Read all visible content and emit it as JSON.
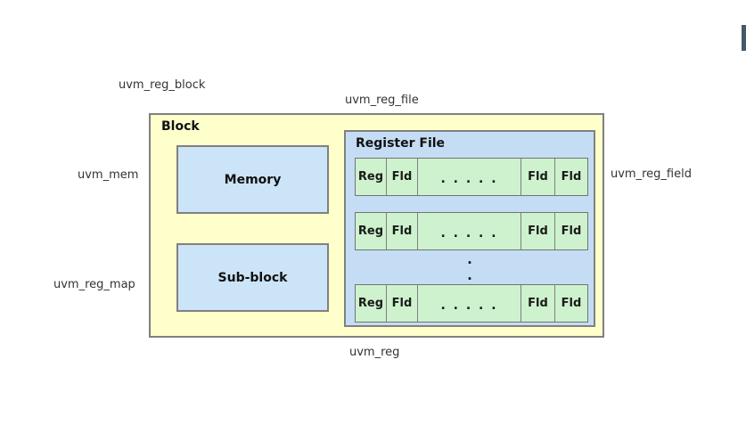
{
  "colors": {
    "block_bg": "#ffffcc",
    "inner_box_bg": "#cce4f7",
    "register_file_bg": "#c5ddf4",
    "register_row_bg": "#cdf2cd",
    "border_gray": "#808080",
    "scrollbar_thumb": "#44596a",
    "label_text": "#333333"
  },
  "labels": {
    "uvm_reg_block": "uvm_reg_block",
    "uvm_reg_file": "uvm_reg_file",
    "uvm_mem": "uvm_mem",
    "uvm_reg_map": "uvm_reg_map",
    "uvm_reg_field": "uvm_reg_field",
    "uvm_reg": "uvm_reg"
  },
  "block": {
    "title": "Block",
    "memory_label": "Memory",
    "sub_block_label": "Sub-block"
  },
  "register_file": {
    "title": "Register File",
    "rows": [
      {
        "cells": [
          "Reg",
          "Fld",
          ".  .  .  .  .",
          "Fld",
          "Fld"
        ]
      },
      {
        "cells": [
          "Reg",
          "Fld",
          ".  .  .  .  .",
          "Fld",
          "Fld"
        ]
      },
      {
        "cells": [
          "Reg",
          "Fld",
          ".  .  .  .  .",
          "Fld",
          "Fld"
        ]
      }
    ],
    "vertical_ellipsis": [
      ".",
      "."
    ]
  }
}
